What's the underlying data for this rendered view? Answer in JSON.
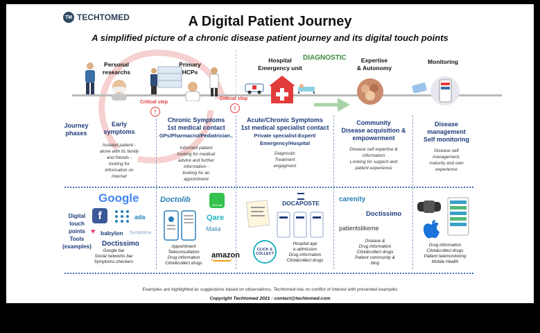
{
  "brand": "TECHTOMED",
  "title": "A Digital Patient Journey",
  "subtitle": "A simplified picture of a chronic disease patient journey and its digital touch points",
  "stages": {
    "personal": "Personal\nresearchs",
    "primary": "Primary\nHCPs",
    "hospital": "Hospital\nEmergency unit",
    "diagnostic": "DIAGNOSTIC",
    "expertise": "Expertise\n& Autonomy",
    "monitoring": "Monitoring"
  },
  "critical_step": "Critical step",
  "rows": {
    "journey_phases": "Journey\nphases",
    "touch_points": "Digital\ntouch\npoints\nTools\n(examples)"
  },
  "phases": [
    {
      "title": "Early\nsymptoms",
      "desc": "Isolated patient -\nalone with its family\nand friends -\nlooking for\ninformation on\ninternet"
    },
    {
      "title": "Chronic Symptoms\n1st medical contact",
      "subtitle": "GPs/Pharmacist/Pediatrician..",
      "desc": "Informed patient\nlooking for medical\nadvice and further\ninformation -\nlooking for an\nappointment"
    },
    {
      "title": "Acute/Chronic Symptoms\n1st medical specialist contact",
      "subtitle": "Private specialist-Expert/\nEmergency/Hospital",
      "desc": "Diagnostic\nTreatment\nengagment"
    },
    {
      "title": "Community\nDisease acquisition &\nempowerment",
      "desc": "Disease self expertise &\ninformation\nLooking for support and\npatient experience"
    },
    {
      "title": "Disease\nmanagement\nSelf monitoring",
      "desc": "Disease self\nmanagement,\nmaturity and own\nexperience"
    }
  ],
  "tools": [
    "Google bar\nSocial networks bar\nSymptoms checkers",
    "Appointment\nTeleconsultation\nDrug information\nClick&collect drugs",
    "Hospital app\ne-admission\nDrug information\nClick&collect drugs",
    "Disease &\nDrug information\nClick&collect drugs\nPatient community &\nblog",
    "Drug information\nClick&collect drugs\nPatient telemonitoring\nMobile Health"
  ],
  "logos": {
    "google": "Google",
    "ada": "ada",
    "babylon": "babylon",
    "symptoma": "Symptoma",
    "doctissimo": "Doctissimo",
    "doctolib": "Doctolib",
    "qare": "Qare",
    "maiia": "Maiia",
    "amazon": "amazon",
    "docaposte": "DOCAPOSTE",
    "click_collect": "CLICK &\nCOLLECT",
    "carenity": "carenity",
    "doctissimo2": "Doctissimo",
    "patientslikeme": "patientslikeme",
    "wechat": "WeChat"
  },
  "footer": "Examples are highlighted as suggestions based on observations. Techtomed has no conflict of interest with presented examples",
  "copyright": "Copyright Techtomed 2021 - contact@techtomed.com",
  "icons": [
    "person-icon",
    "doctor-icon",
    "ambulance-icon",
    "hospital-icon",
    "bed-icon",
    "hands-icon",
    "phone-icon",
    "card-icon",
    "warning-icon",
    "arrow-icon"
  ],
  "colors": {
    "navy": "#1d3c7b",
    "critical": "#e23b3b",
    "diagnostic": "#3a8c3a",
    "separator": "#3d6eb0"
  }
}
